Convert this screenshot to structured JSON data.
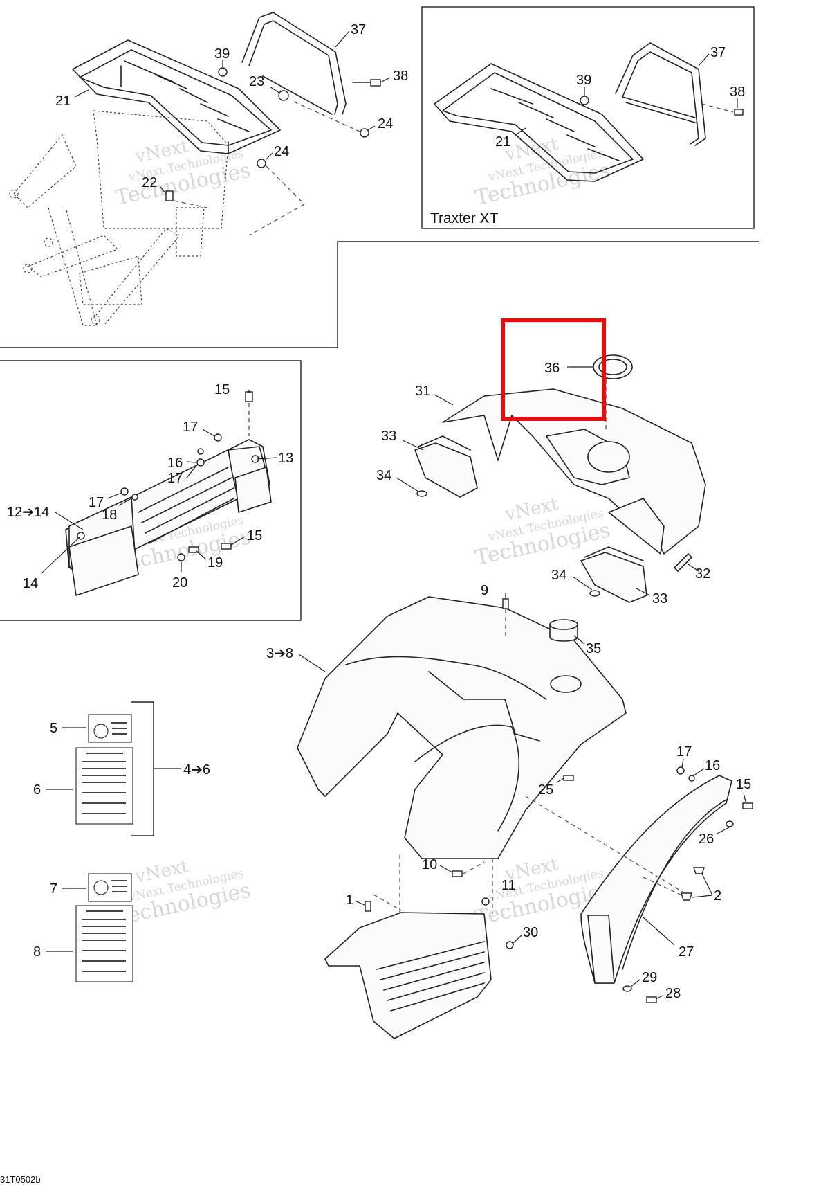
{
  "inset_title": "Traxter XT",
  "image_code": "31T0502b",
  "watermark": {
    "line1": "vNext",
    "line2": "vNext Technologies",
    "line3": "Technologies"
  },
  "highlight": {
    "part": "36",
    "color": "#e01010"
  },
  "callouts": {
    "c37a": "37",
    "c39a": "39",
    "c38a": "38",
    "c21a": "21",
    "c23": "23",
    "c24a": "24",
    "c24b": "24",
    "c22": "22",
    "c37b": "37",
    "c39b": "39",
    "c38b": "38",
    "c21b": "21",
    "c15a": "15",
    "c17a": "17",
    "c16a": "16",
    "c17b": "17",
    "c13": "13",
    "c17c": "17",
    "c18": "18",
    "c12to14": "12➔14",
    "c15b": "15",
    "c19": "19",
    "c14": "14",
    "c20": "20",
    "c36": "36",
    "c31": "31",
    "c33a": "33",
    "c34a": "34",
    "c32": "32",
    "c34b": "34",
    "c33b": "33",
    "c9": "9",
    "c35": "35",
    "c3to8": "3➔8",
    "c5": "5",
    "c4to6": "4➔6",
    "c6": "6",
    "c7": "7",
    "c8": "8",
    "c17d": "17",
    "c16b": "16",
    "c15c": "15",
    "c25": "25",
    "c26": "26",
    "c10": "10",
    "c11": "11",
    "c2": "2",
    "c1": "1",
    "c30": "30",
    "c27": "27",
    "c29": "29",
    "c28": "28"
  }
}
